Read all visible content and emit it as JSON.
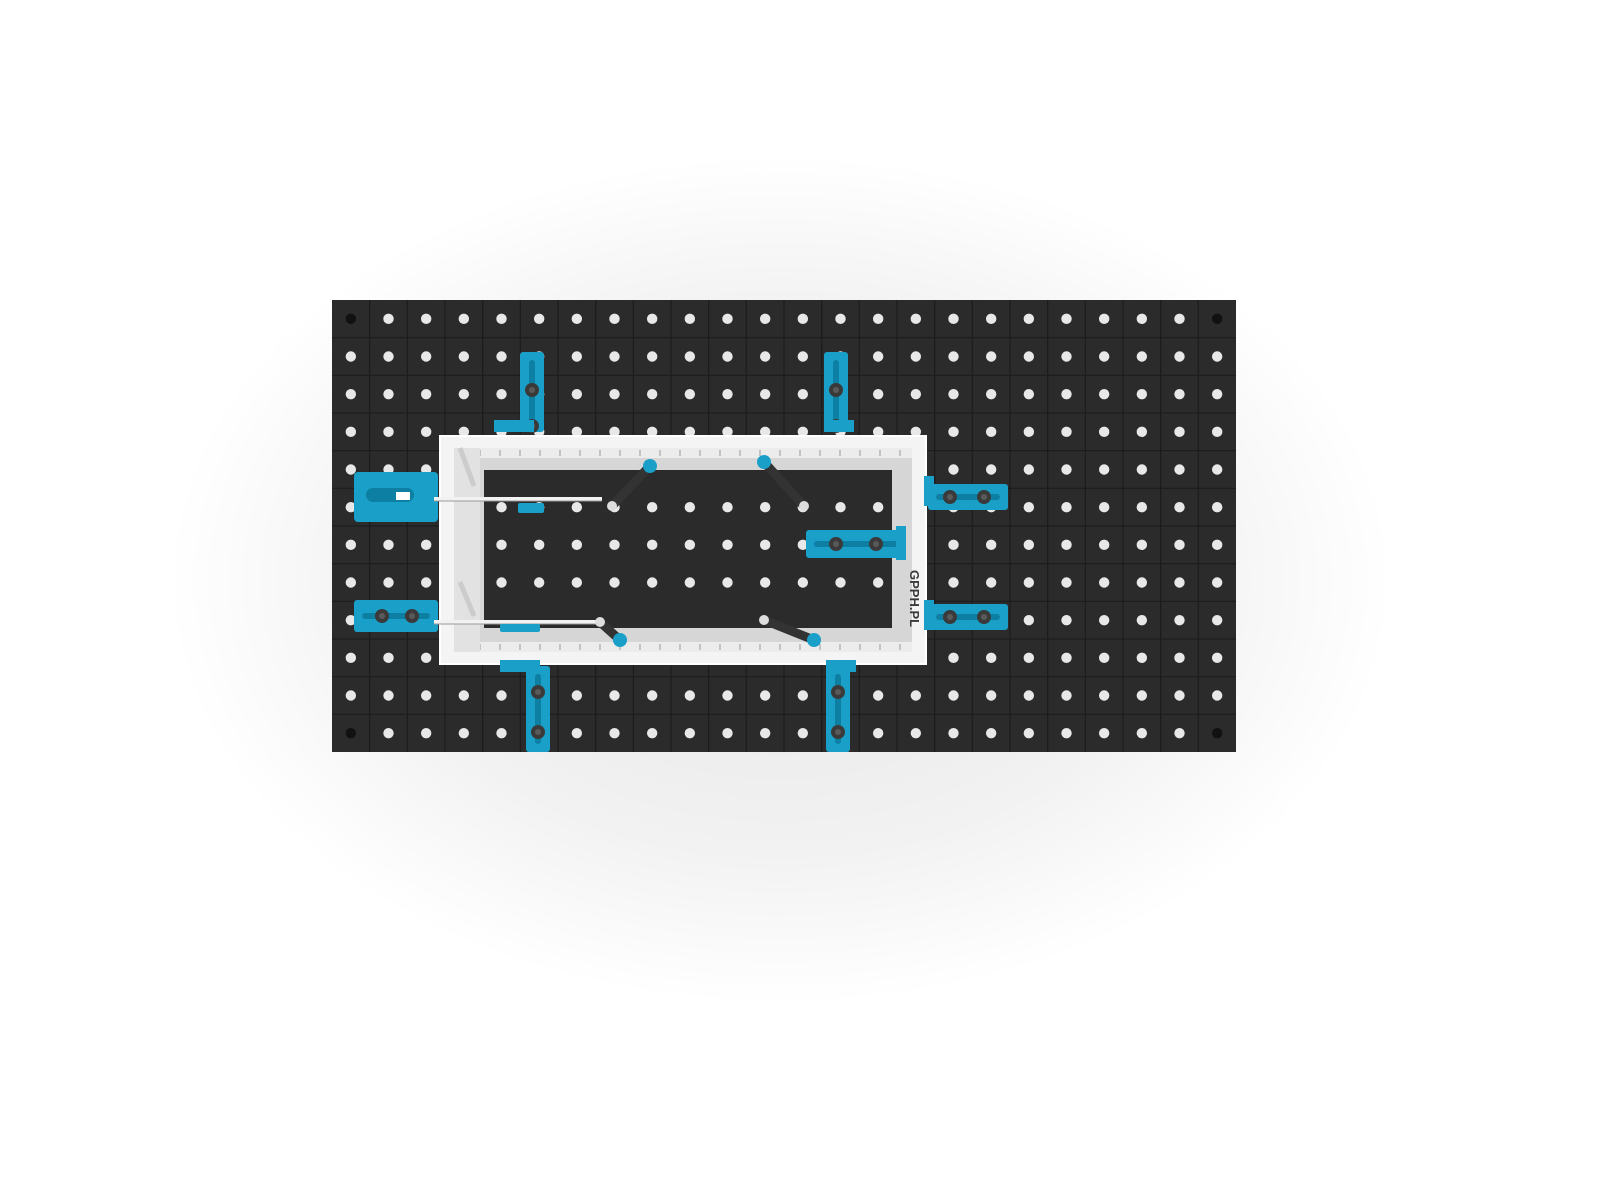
{
  "scene": {
    "brand_mark": "GPPH.PL",
    "colors": {
      "background": "#ffffff",
      "table_surface": "#2b2b2b",
      "grid_line": "#1c1c1c",
      "hole": "#e8e8e8",
      "clamp_blue": "#1aa0c8",
      "clamp_blue_dark": "#0d7fa3",
      "frame_white": "#f4f4f4",
      "frame_inner": "#d6d6d6",
      "bolt_dark": "#3a3a3a"
    },
    "icons": {
      "table": "perforated-welding-table-icon",
      "frame": "workpiece-frame-icon",
      "clamp": "stop-clamp-icon",
      "lever": "toggle-lever-icon"
    },
    "grid": {
      "columns": 24,
      "rows": 12
    }
  }
}
